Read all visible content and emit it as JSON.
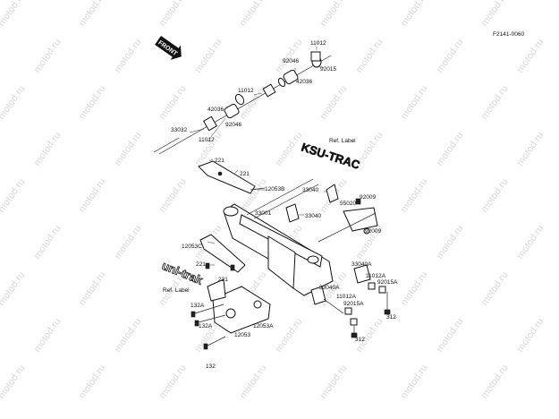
{
  "diagram": {
    "code": "F2141-0060",
    "front_label": "FRONT",
    "watermark": "motod.ru",
    "logo_top": "KSU-TRAC",
    "logo_bottom": "uni-trak",
    "labels": [
      {
        "id": "l11012a",
        "text": "11012"
      },
      {
        "id": "l92015a",
        "text": "92015"
      },
      {
        "id": "l92046a",
        "text": "92046"
      },
      {
        "id": "l42036a",
        "text": "42036"
      },
      {
        "id": "l11012b",
        "text": "11012"
      },
      {
        "id": "l42036b",
        "text": "42036"
      },
      {
        "id": "l92046b",
        "text": "92046"
      },
      {
        "id": "l33032",
        "text": "33032"
      },
      {
        "id": "l11012c",
        "text": "11012"
      },
      {
        "id": "lref1",
        "text": "Ref. Label"
      },
      {
        "id": "l221a",
        "text": "221"
      },
      {
        "id": "l221b",
        "text": "221"
      },
      {
        "id": "l12053b",
        "text": "12053B"
      },
      {
        "id": "l33040",
        "text": "33040"
      },
      {
        "id": "l92009a",
        "text": "92009"
      },
      {
        "id": "l55020",
        "text": "55020"
      },
      {
        "id": "l33001",
        "text": "33001"
      },
      {
        "id": "l33040b",
        "text": "33040"
      },
      {
        "id": "l92009b",
        "text": "92009"
      },
      {
        "id": "l12053c",
        "text": "12053C"
      },
      {
        "id": "l221c",
        "text": "221"
      },
      {
        "id": "l221d",
        "text": "221"
      },
      {
        "id": "l33040a",
        "text": "33040A"
      },
      {
        "id": "l11012a2",
        "text": "11012A"
      },
      {
        "id": "l92015a2",
        "text": "92015A"
      },
      {
        "id": "lref2",
        "text": "Ref. Label"
      },
      {
        "id": "l33040a2",
        "text": "33040A"
      },
      {
        "id": "l11012a3",
        "text": "11012A"
      },
      {
        "id": "l92015a3",
        "text": "92015A"
      },
      {
        "id": "l132a",
        "text": "132A"
      },
      {
        "id": "l132a2",
        "text": "132A"
      },
      {
        "id": "l12053a",
        "text": "12053A"
      },
      {
        "id": "l12053",
        "text": "12053"
      },
      {
        "id": "l312a",
        "text": "312"
      },
      {
        "id": "l312b",
        "text": "312"
      },
      {
        "id": "l132",
        "text": "132"
      }
    ]
  }
}
